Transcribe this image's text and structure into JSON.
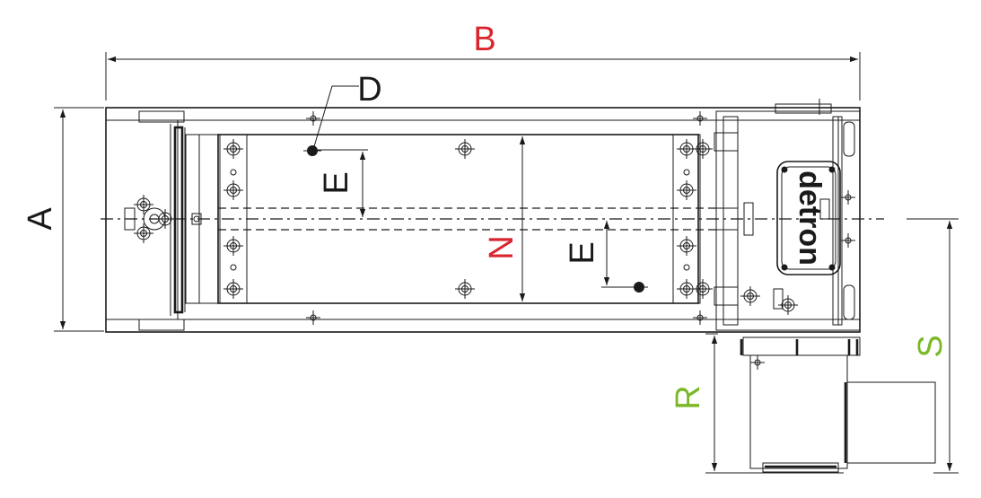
{
  "labels": {
    "A": "A",
    "B": "B",
    "D": "D",
    "E1": "E",
    "E2": "E",
    "N": "N",
    "R": "R",
    "S": "S"
  },
  "brand": "detron",
  "colors": {
    "line": "#1a1a1a",
    "red_label": "#d9262e",
    "green_label": "#7ab828",
    "black_label": "#1a1a1a"
  }
}
